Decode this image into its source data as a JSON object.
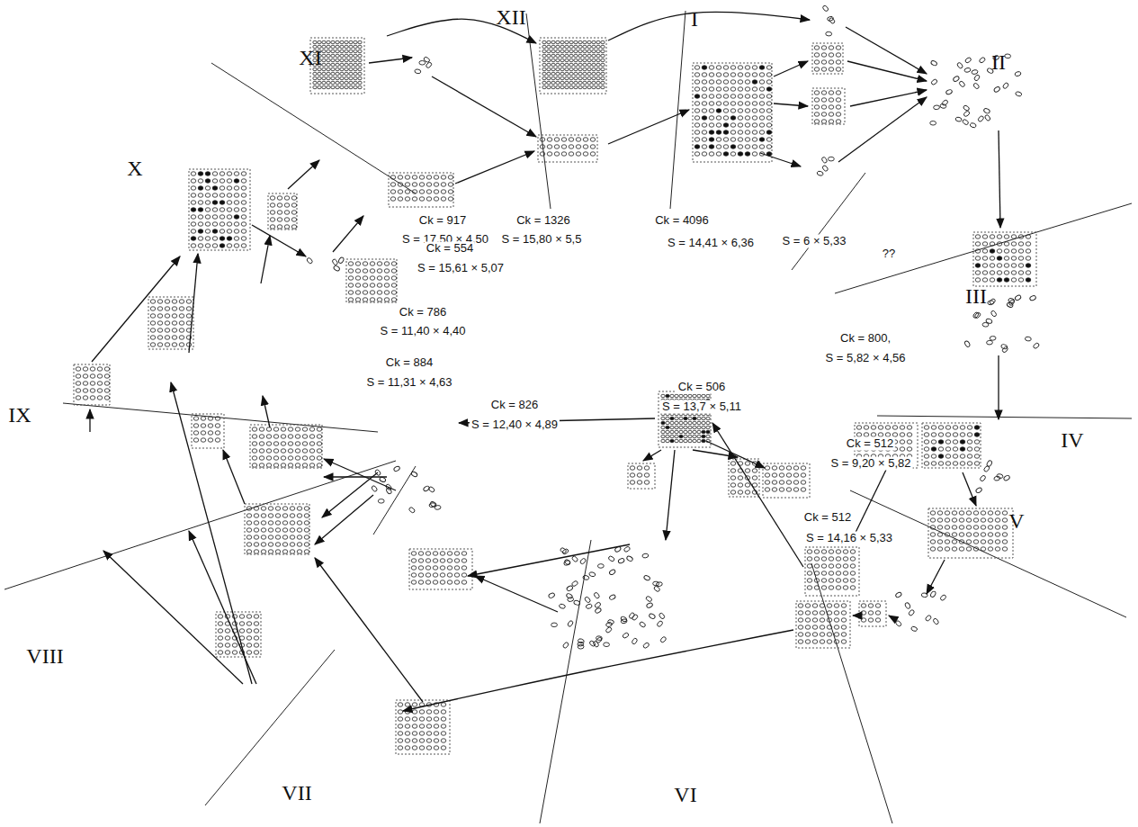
{
  "diagram": {
    "labels": [
      "XI",
      "XII",
      "I",
      "II",
      "Ck = 917",
      "S = 17,50 × 4,50",
      "Ck = 1326",
      "S = 15,80 × 5,5",
      "Ck = 4096",
      "S = 14,41 × 6,36",
      "S = 6 × 5,33",
      "??",
      "X",
      "Ck = 554",
      "S = 15,61 × 5,07",
      "III",
      "Ck = 800,",
      "S = 5,82 × 4,56",
      "Ck = 786",
      "S = 11,40 × 4,40",
      "IX",
      "Ck = 884",
      "S = 11,31 × 4,63",
      "Ck = 826",
      "S = 12,40 × 4,89",
      "Ck = 506",
      "S = 13,7 × 5,11",
      "Ck = 512",
      "S = 9,20 × 5,82",
      "IV",
      "Ck = 512",
      "S = 14,16 × 5,33",
      "VIII",
      "V",
      "VII",
      "VI"
    ]
  }
}
